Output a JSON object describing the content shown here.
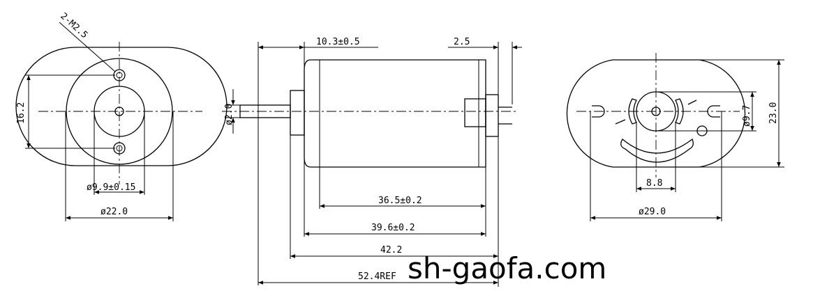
{
  "dimensions": {
    "front_left": {
      "thread_note": "2-M2.5",
      "hole_spacing": "16.2",
      "boss_diameter": "ø9.9±0.15",
      "body_diameter": "ø22.0"
    },
    "side": {
      "shaft_extension": "10.3±0.5",
      "terminal_length": "2.5",
      "shaft_diameter": "ø2.0",
      "can_length": "36.5±0.2",
      "body_length": "39.6±0.2",
      "length_with_terminals": "42.2",
      "overall_length": "52.4REF"
    },
    "rear_right": {
      "bearing_diameter": "ø9.7",
      "flat_height": "23.0",
      "slot_spacing": "8.8",
      "body_diameter": "ø29.0"
    }
  },
  "watermark": "sh-gaofa.com"
}
